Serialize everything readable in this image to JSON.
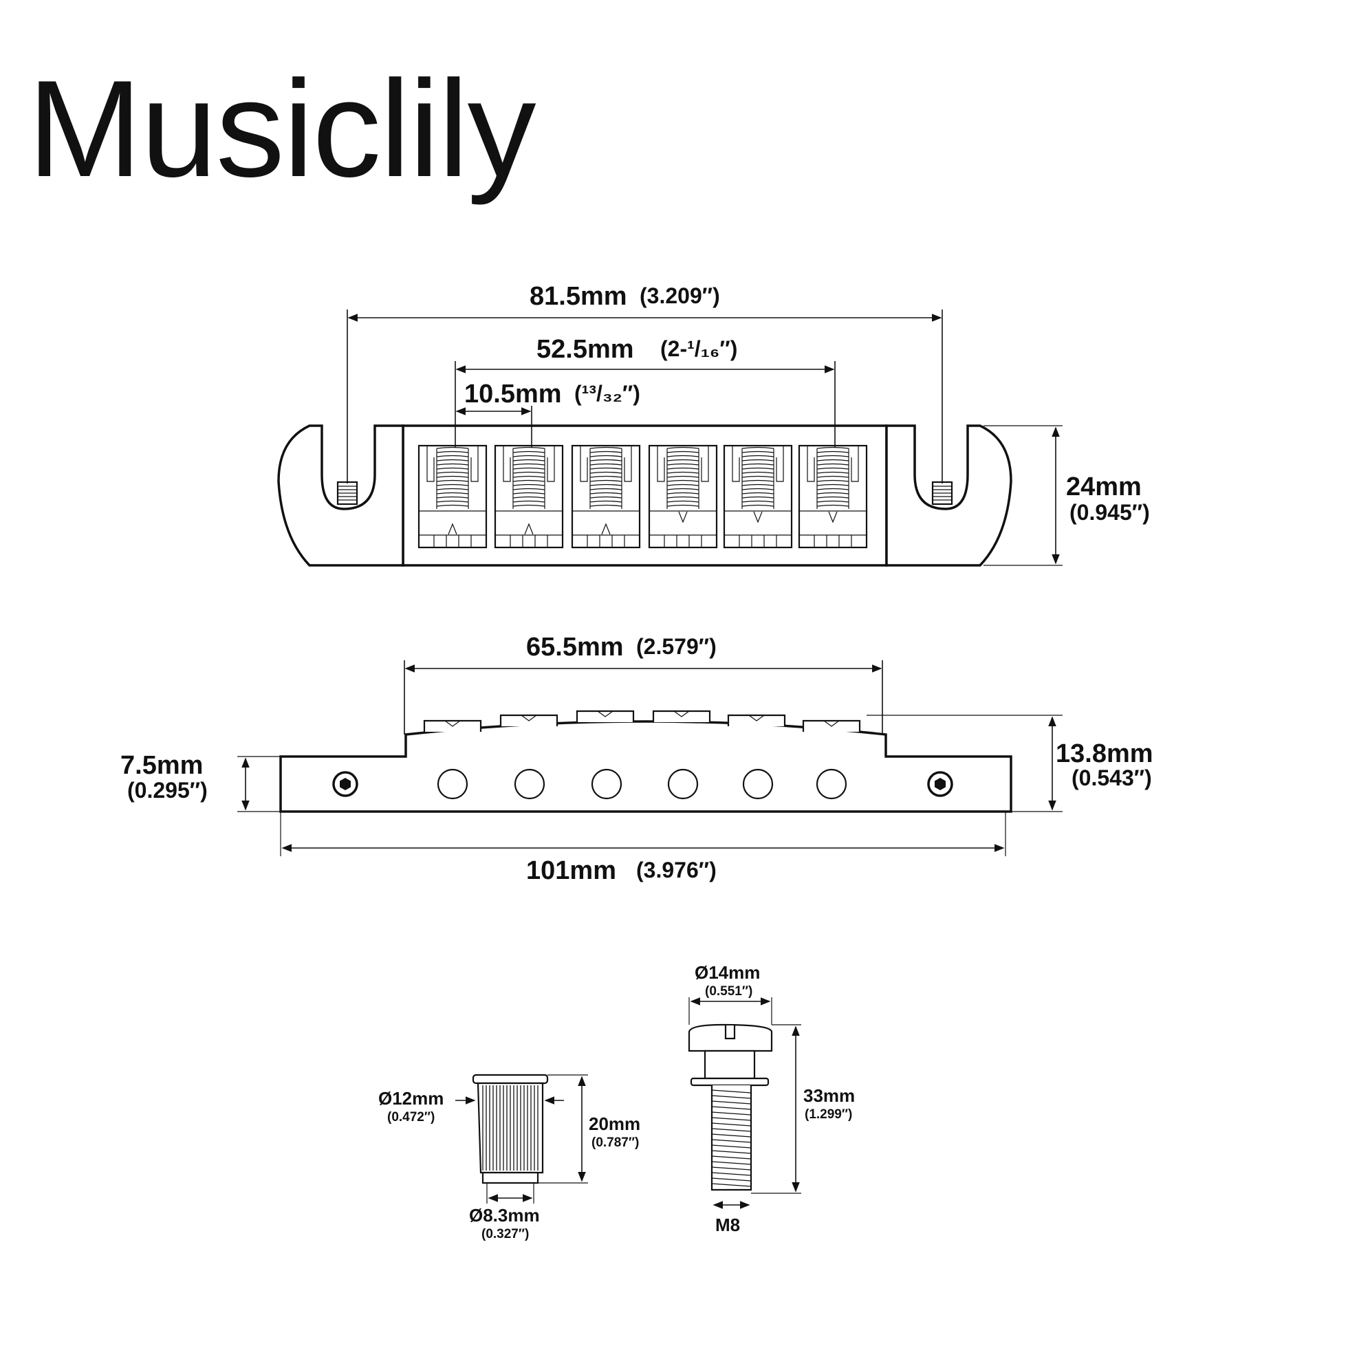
{
  "brand": "Musiclily",
  "top_view": {
    "post_spacing": {
      "mm": "81.5mm",
      "in": "(3.209″)"
    },
    "string_span": {
      "mm": "52.5mm",
      "in": "(2-¹/₁₆″)"
    },
    "string_spacing": {
      "mm": "10.5mm",
      "in": "(¹³/₃₂″)"
    },
    "depth": {
      "mm": "24mm",
      "in": "(0.945″)"
    }
  },
  "side_view": {
    "saddle_span": {
      "mm": "65.5mm",
      "in": "(2.579″)"
    },
    "base_height": {
      "mm": "7.5mm",
      "in": "(0.295″)"
    },
    "total_height": {
      "mm": "13.8mm",
      "in": "(0.543″)"
    },
    "length": {
      "mm": "101mm",
      "in": "(3.976″)"
    }
  },
  "anchor": {
    "outer_diameter": {
      "mm": "Ø12mm",
      "in": "(0.472″)"
    },
    "length": {
      "mm": "20mm",
      "in": "(0.787″)"
    },
    "inner_diameter": {
      "mm": "Ø8.3mm",
      "in": "(0.327″)"
    }
  },
  "stud": {
    "head_diameter": {
      "mm": "Ø14mm",
      "in": "(0.551″)"
    },
    "length": {
      "mm": "33mm",
      "in": "(1.299″)"
    },
    "thread": "M8"
  }
}
